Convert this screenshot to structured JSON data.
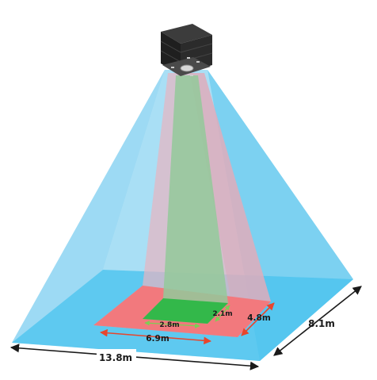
{
  "labels": {
    "large_width": "13.8m",
    "large_depth": "8.1m",
    "medium_width": "6.9m",
    "medium_depth": "4.8m",
    "small_width": "2.8m",
    "small_depth": "2.1m"
  },
  "colors": {
    "large_cone": "#8fd6f2",
    "large_floor": "#4cc3ef",
    "medium_cone": "#e8b4c0",
    "medium_floor": "#f2797d",
    "small_cone": "#93c99a",
    "small_floor": "#33b84a",
    "arrow_red": "#e8452c",
    "arrow_green": "#7ccf54",
    "arrow_black": "#1a1a1a",
    "camera_body": "#2b2b2b"
  },
  "icons": {
    "camera": "camera-icon"
  }
}
